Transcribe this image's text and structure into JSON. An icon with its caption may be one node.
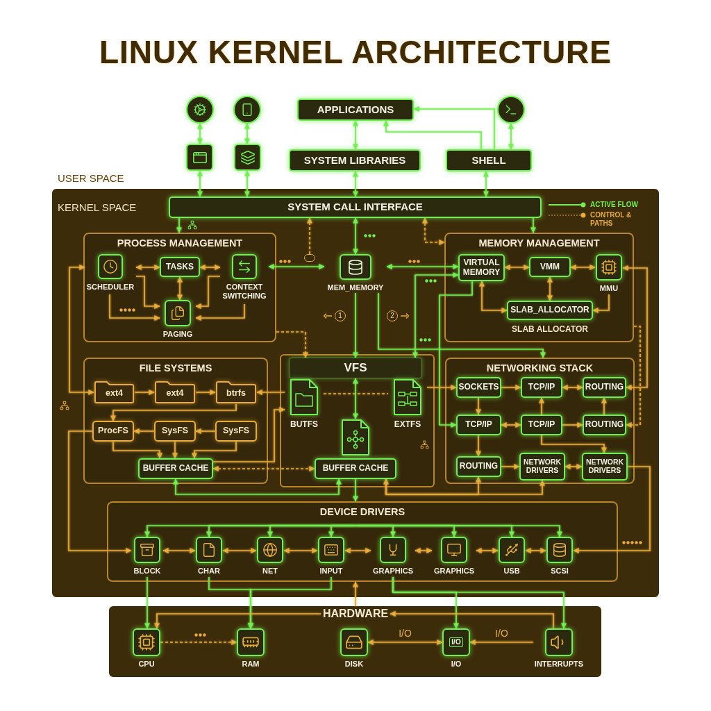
{
  "diagram": {
    "title": "LINUX KERNEL ARCHITECTURE",
    "nodes": [
      {
        "text": [],
        "shape": "circle"
      },
      {
        "text": [],
        "shape": "circle"
      },
      {
        "text": [
          "APPLICATIONS"
        ]
      },
      {
        "text": [],
        "shape": "circle"
      },
      {
        "text": [],
        "shape": "box"
      },
      {
        "text": [],
        "shape": "box"
      },
      {
        "text": [
          "SYSTEM LIBRARIES"
        ]
      },
      {
        "text": [
          "SHELL"
        ]
      },
      {
        "text": [
          "KERNEL SPACE"
        ]
      },
      {
        "text": [
          "SYSTEM CALL INTERFACE"
        ],
        "in": 8
      },
      {
        "text": [
          "PROCESS MANAGEMENT"
        ],
        "in": 8
      },
      {
        "text": [
          "SCHEDULER"
        ],
        "in": 10
      },
      {
        "text": [
          "TASKS"
        ],
        "in": 10
      },
      {
        "text": [
          "CONTEXT SWITCHING"
        ],
        "in": 10
      },
      {
        "text": [
          "PAGING"
        ],
        "in": 10
      },
      {
        "text": [],
        "shape": "box",
        "in": 8
      },
      {
        "text": [
          "MEM_MEMORY"
        ],
        "in": 8
      },
      {
        "text": [
          "MEMORY MANAGEMENT"
        ],
        "in": 8
      },
      {
        "text": [
          "VIRTUAL MEMORY"
        ],
        "in": 17
      },
      {
        "text": [
          "VMM"
        ],
        "in": 17
      },
      {
        "text": [
          "MMU"
        ],
        "in": 17
      },
      {
        "text": [
          "SLAB_ALLOCATOR"
        ],
        "beside": [
          "SLAB ALLOCATOR"
        ],
        "in": 17
      },
      {
        "text": [
          "FILE SYSTEMS"
        ],
        "in": 8
      },
      {
        "text": [
          "ext4"
        ],
        "in": 22
      },
      {
        "text": [
          "ext4"
        ],
        "in": 22
      },
      {
        "text": [
          "btrfs"
        ],
        "in": 22
      },
      {
        "text": [
          "ProcFS"
        ],
        "in": 22
      },
      {
        "text": [
          "SysFS"
        ],
        "in": 22
      },
      {
        "text": [
          "SysFS"
        ],
        "in": 22
      },
      {
        "text": [
          "BUFFER CACHE"
        ],
        "in": 22
      },
      {
        "text": [],
        "shape": "box",
        "in": 8
      },
      {
        "text": [
          "VFS"
        ],
        "in": 30
      },
      {
        "text": [
          "BUTFS"
        ],
        "in": 30
      },
      {
        "text": [
          "EXTFS"
        ],
        "in": 30
      },
      {
        "text": [],
        "shape": "picture",
        "in": 30
      },
      {
        "text": [
          "BUFFER CACHE"
        ],
        "in": 30
      },
      {
        "text": [
          "NETWORKING STACK"
        ],
        "in": 8
      },
      {
        "text": [
          "SOCKETS"
        ],
        "in": 36
      },
      {
        "text": [
          "TCP/IP"
        ],
        "in": 36
      },
      {
        "text": [
          "ROUTING"
        ],
        "in": 36
      },
      {
        "text": [
          "TCP/IP"
        ],
        "in": 36
      },
      {
        "text": [
          "TCP/IP"
        ],
        "in": 36
      },
      {
        "text": [
          "ROUTING"
        ],
        "in": 36
      },
      {
        "text": [
          "ROUTING"
        ],
        "in": 36
      },
      {
        "text": [
          "NETWORK DRIVERS"
        ],
        "in": 36
      },
      {
        "text": [
          "NETWORK DRIVERS"
        ],
        "in": 36
      },
      {
        "text": [
          "DEVICE DRIVERS"
        ],
        "in": 8
      },
      {
        "text": [
          "BLOCK"
        ],
        "in": 46
      },
      {
        "text": [
          "CHAR"
        ],
        "in": 46
      },
      {
        "text": [
          "NET"
        ],
        "in": 46
      },
      {
        "text": [
          "INPUT"
        ],
        "in": 46
      },
      {
        "text": [
          "GRAPHICS"
        ],
        "in": 46
      },
      {
        "text": [
          "GRAPHICS"
        ],
        "in": 46
      },
      {
        "text": [
          "USB"
        ],
        "in": 46
      },
      {
        "text": [
          "SCSI"
        ],
        "in": 46
      },
      {
        "text": [],
        "shape": "box"
      },
      {
        "text": [
          "HARDWARE"
        ],
        "in": 55
      },
      {
        "text": [
          "CPU"
        ],
        "in": 55
      },
      {
        "text": [
          "RAM"
        ],
        "in": 55
      },
      {
        "text": [
          "DISK"
        ],
        "in": 55
      },
      {
        "text": [
          "I/O",
          "I/O"
        ],
        "in": 55
      },
      {
        "text": [
          "INTERRUPTS"
        ],
        "in": 55
      }
    ],
    "edges": [
      {
        "from": 0,
        "to": 4,
        "arrow": "both",
        "color": "#72ee52"
      },
      {
        "from": 1,
        "to": 5,
        "arrow": "both",
        "color": "#72ee52"
      },
      {
        "from": 6,
        "to": 2,
        "arrow": "both",
        "color": "#72ee52"
      },
      {
        "from": 7,
        "to": 2,
        "arrow": "to",
        "color": "#72ee52"
      },
      {
        "from": 7,
        "to": 2,
        "arrow": "to",
        "color": "#72ee52"
      },
      {
        "from": 3,
        "to": 7,
        "arrow": "both",
        "color": "#72ee52"
      },
      {
        "from": 4,
        "to": 9,
        "arrow": "both",
        "color": "#72ee52"
      },
      {
        "from": 5,
        "to": 9,
        "arrow": "both",
        "color": "#72ee52"
      },
      {
        "from": 6,
        "to": 9,
        "arrow": "both",
        "color": "#72ee52"
      },
      {
        "from": 7,
        "to": 9,
        "arrow": "both",
        "color": "#72ee52"
      },
      {
        "from": 9,
        "to": 10,
        "arrow": "to",
        "color": "#72ee52"
      },
      {
        "from": 9,
        "to": 17,
        "arrow": "to",
        "color": "#72ee52"
      },
      {
        "from": 9,
        "to": 16,
        "arrow": "both",
        "color": "#72ee52"
      },
      {
        "from": 15,
        "to": 9,
        "arrow": "to",
        "style": "dashed"
      },
      {
        "from": 9,
        "to": 17,
        "arrow": "both",
        "style": "dashed"
      },
      {
        "from": 11,
        "to": 12,
        "arrow": "both"
      },
      {
        "from": 12,
        "to": 13,
        "arrow": "both"
      },
      {
        "from": 12,
        "to": 14,
        "arrow": "both"
      },
      {
        "from": 11,
        "to": 14,
        "arrow": "to"
      },
      {
        "from": 11,
        "to": 14,
        "arrow": "to"
      },
      {
        "from": 13,
        "to": 14,
        "arrow": "to"
      },
      {
        "from": 13,
        "to": 14,
        "arrow": "to"
      },
      {
        "from": 13,
        "to": 16,
        "arrow": "both",
        "color": "#72ee52"
      },
      {
        "from": 16,
        "to": 18,
        "arrow": "both",
        "color": "#72ee52"
      },
      {
        "from": 31,
        "to": 18,
        "arrow": "both",
        "color": "#72ee52"
      },
      {
        "from": 16,
        "to": 31,
        "arrow": "to",
        "color": "#72ee52"
      },
      {
        "from": 16,
        "to": 36,
        "arrow": "to",
        "color": "#72ee52"
      },
      {
        "from": 18,
        "to": 40,
        "arrow": "to",
        "color": "#72ee52"
      },
      {
        "from": 10,
        "to": 31,
        "arrow": "to",
        "style": "dashed"
      },
      {
        "from": 18,
        "to": 19,
        "arrow": "both"
      },
      {
        "from": 19,
        "to": 20,
        "arrow": "both"
      },
      {
        "from": 19,
        "to": 21,
        "arrow": "both"
      },
      {
        "from": 18,
        "to": 21,
        "arrow": "both"
      },
      {
        "from": 20,
        "to": 21,
        "arrow": "to"
      },
      {
        "from": 11,
        "to": 23,
        "arrow": "both"
      },
      {
        "from": 23,
        "to": 24,
        "arrow": "to"
      },
      {
        "from": 24,
        "to": 25,
        "arrow": "to"
      },
      {
        "from": 32,
        "to": 25,
        "arrow": "to"
      },
      {
        "from": 25,
        "to": 26,
        "arrow": "to"
      },
      {
        "from": 27,
        "to": 26,
        "arrow": "to"
      },
      {
        "from": 28,
        "to": 27,
        "arrow": "to"
      },
      {
        "from": 26,
        "to": 29,
        "arrow": "to"
      },
      {
        "from": 27,
        "to": 29,
        "arrow": "to"
      },
      {
        "from": 28,
        "to": 29,
        "arrow": "to"
      },
      {
        "from": 29,
        "to": 35,
        "arrow": "both",
        "style": "dashed"
      },
      {
        "from": 29,
        "to": 35,
        "arrow": "both",
        "color": "#72ee52"
      },
      {
        "from": 29,
        "to": 32,
        "arrow": "to"
      },
      {
        "from": 32,
        "to": 33,
        "arrow": "none",
        "style": "dashed"
      },
      {
        "from": 31,
        "to": 34,
        "arrow": "both",
        "color": "#72ee52"
      },
      {
        "from": 35,
        "to": 46,
        "arrow": "to",
        "color": "#72ee52"
      },
      {
        "from": 33,
        "to": 37,
        "arrow": "to"
      },
      {
        "from": 37,
        "to": 38,
        "arrow": "to"
      },
      {
        "from": 38,
        "to": 39,
        "arrow": "both"
      },
      {
        "from": 37,
        "to": 40,
        "arrow": "to"
      },
      {
        "from": 40,
        "to": 41,
        "arrow": "both"
      },
      {
        "from": 41,
        "to": 42,
        "arrow": "to"
      },
      {
        "from": 41,
        "to": 38,
        "arrow": "to"
      },
      {
        "from": 42,
        "to": 39,
        "arrow": "to"
      },
      {
        "from": 40,
        "to": 43,
        "arrow": "to"
      },
      {
        "from": 43,
        "to": 44,
        "arrow": "to"
      },
      {
        "from": 44,
        "to": 45,
        "arrow": "both"
      },
      {
        "from": 41,
        "to": 45,
        "arrow": "to"
      },
      {
        "from": 20,
        "to": 39,
        "arrow": "both"
      },
      {
        "from": 17,
        "to": 42,
        "arrow": "to",
        "style": "dashed"
      },
      {
        "from": 35,
        "to": 43,
        "arrow": "both"
      },
      {
        "from": 35,
        "to": 44,
        "arrow": "to"
      },
      {
        "from": 26,
        "to": 47,
        "arrow": "to"
      },
      {
        "from": 45,
        "to": 54,
        "arrow": "to"
      },
      {
        "from": null,
        "to": 47,
        "arrow": "to",
        "color": "#72ee52"
      },
      {
        "from": null,
        "to": 48,
        "arrow": "to",
        "color": "#72ee52"
      },
      {
        "from": null,
        "to": 49,
        "arrow": "to",
        "color": "#72ee52"
      },
      {
        "from": null,
        "to": 50,
        "arrow": "to",
        "color": "#72ee52"
      },
      {
        "from": null,
        "to": 51,
        "arrow": "to",
        "color": "#72ee52"
      },
      {
        "from": null,
        "to": 52,
        "arrow": "to",
        "color": "#72ee52"
      },
      {
        "from": null,
        "to": 53,
        "arrow": "to",
        "color": "#72ee52"
      },
      {
        "from": null,
        "to": 54,
        "arrow": "to",
        "color": "#72ee52"
      },
      {
        "from": 47,
        "to": 48,
        "arrow": "both"
      },
      {
        "from": 48,
        "to": 49,
        "arrow": "both"
      },
      {
        "from": 49,
        "to": 50,
        "arrow": "both"
      },
      {
        "from": 50,
        "to": 51,
        "arrow": "both"
      },
      {
        "from": 51,
        "to": 52,
        "arrow": "both"
      },
      {
        "from": 52,
        "to": 53,
        "arrow": "both"
      },
      {
        "from": 53,
        "to": 54,
        "arrow": "both"
      },
      {
        "from": 47,
        "to": 57,
        "arrow": "to",
        "color": "#72ee52"
      },
      {
        "from": 48,
        "to": 58,
        "arrow": "to",
        "color": "#72ee52"
      },
      {
        "from": 50,
        "to": 58,
        "arrow": "to",
        "color": "#72ee52"
      },
      {
        "from": 51,
        "to": 60,
        "arrow": "to",
        "color": "#72ee52"
      },
      {
        "from": 51,
        "to": 61,
        "arrow": "to",
        "color": "#72ee52"
      },
      {
        "from": 55,
        "to": 46,
        "arrow": "to"
      },
      {
        "from": 61,
        "to": 56,
        "arrow": "to"
      },
      {
        "from": 56,
        "to": 57,
        "arrow": "to"
      },
      {
        "from": 57,
        "to": 58,
        "arrow": "to",
        "style": "dashed"
      },
      {
        "from": 59,
        "to": 60,
        "arrow": "both",
        "label": "I/O"
      },
      {
        "from": 61,
        "to": 60,
        "arrow": "to",
        "label": "I/O"
      }
    ],
    "labels": [
      "USER SPACE",
      "1",
      "2"
    ],
    "legend": [
      {
        "text": "ACTIVE FLOW"
      },
      {
        "text": "CONTROL & PATHS"
      }
    ]
  }
}
